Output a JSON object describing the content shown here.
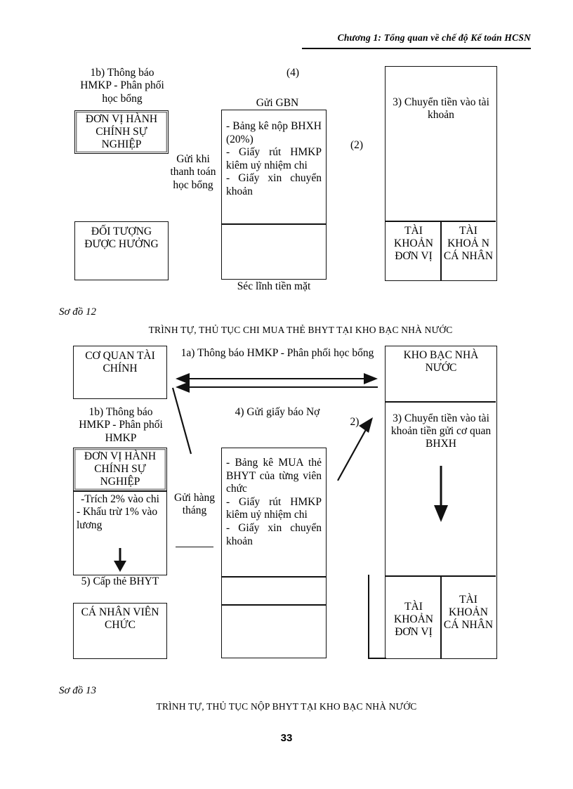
{
  "header": {
    "running_title": "Chương 1: Tổng quan về chế độ Kế toán HCSN"
  },
  "page_number": "33",
  "diagram_12": {
    "caption_number": "Sơ đồ 12",
    "caption_title": "TRÌNH TỰ, THỦ TỤC CHI MUA THẺ BHYT TẠI KHO BẠC NHÀ NƯỚC",
    "label_1b": "1b) Thông báo HMKP - Phân phối học bổng",
    "label_4": "(4)",
    "label_gui_gbn": "Gửi GBN",
    "label_2": "(2)",
    "label_gui_khi": "Gửi khi thanh toán học bổng",
    "label_sec": "Séc lĩnh tiền mặt",
    "box_donvi": "ĐƠN VỊ HÀNH CHÍNH SỰ NGHIỆP",
    "box_doituong": "ĐỐI TƯỢNG ĐƯỢC HƯỞNG",
    "box_docs": "- Bảng kê nộp BHXH (20%) - Giấy rút HMKP kiêm uỷ nhiệm chi - Giấy xin chuyển khoản",
    "box_docs_lines": [
      "-  Bảng  kê  nộp BHXH (20%)",
      "- Giấy rút HMKP kiêm  uỷ  nhiệm chi",
      "- Giấy xin chuyển khoản"
    ],
    "box_chuyentien": "3) Chuyển tiền vào tài khoản",
    "account_unit": "TÀI KHOẢN ĐƠN VỊ",
    "account_personal": "TÀI KHOẢ N CÁ NHÂN"
  },
  "diagram_13": {
    "caption_number": "Sơ đồ 13",
    "caption_title": "TRÌNH TỰ, THỦ TỤC NỘP BHYT TẠI KHO BẠC NHÀ NƯỚC",
    "box_coquan": "CƠ QUAN TÀI CHÍNH",
    "box_khobac": "KHO BẠC NHÀ NƯỚC",
    "label_1a": "1a) Thông báo HMKP - Phân phối học bổng",
    "label_4": "4) Gửi giấy báo Nợ",
    "label_1b": "1b) Thông báo HMKP - Phân phối HMKP",
    "box_donvi": "ĐƠN VỊ HÀNH CHÍNH SỰ NGHIỆP",
    "box_trich_lines": [
      "-Trích 2% vào chi",
      "- Khấu trừ 1% vào lương"
    ],
    "label_capthe": "5) Cấp thẻ BHYT",
    "box_canhan": "CÁ NHÂN VIÊN CHỨC",
    "label_gui_hang_thang": "Gửi hàng tháng",
    "box_docs_lines": [
      "-  Bảng  kê  MUA thẻ   BHYT   của từng viên chức",
      "- Giấy rút HMKP kiêm   uỷ   nhiệm chi",
      "- Giấy xin chuyển khoản"
    ],
    "label_2": "2)",
    "box_chuyentien": "3) Chuyển tiền vào tài khoản tiền gửi cơ quan BHXH",
    "account_unit": "TÀI KHOẢN ĐƠN VỊ",
    "account_personal": "TÀI KHOẢN CÁ NHÂN"
  }
}
